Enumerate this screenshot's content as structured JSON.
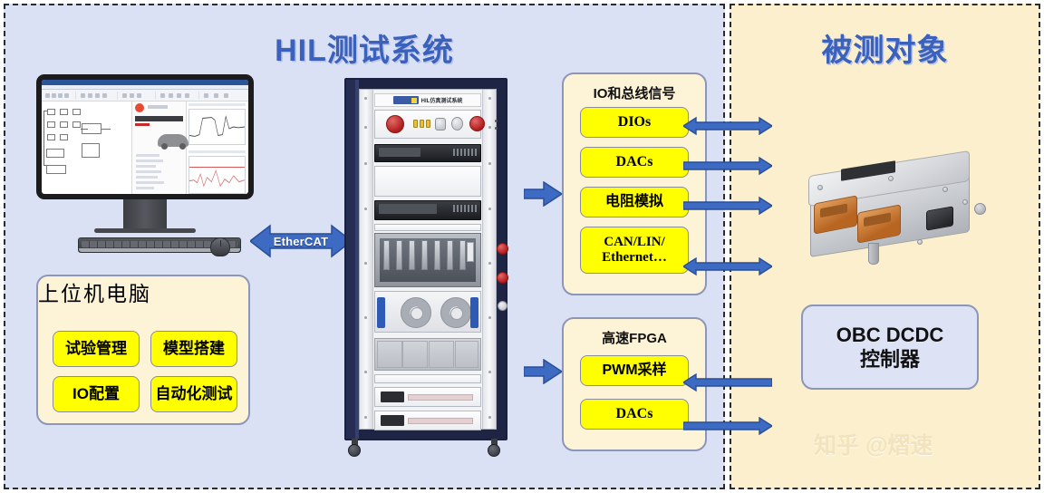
{
  "regions": {
    "hil": {
      "title": "HIL测试系统",
      "bg": "#dbe1f5"
    },
    "dut": {
      "title": "被测对象",
      "bg": "#fcefcd"
    }
  },
  "rack": {
    "brand_logo": "visual-brand-logo",
    "label": "HIL仿真测试系统"
  },
  "host_pc": {
    "title": "上位机电脑",
    "items": [
      {
        "label": "试验管理"
      },
      {
        "label": "模型搭建"
      },
      {
        "label": "IO配置"
      },
      {
        "label": "自动化测试"
      }
    ]
  },
  "bus_link": {
    "label": "EtherCAT",
    "direction": "bidirectional",
    "color": "#3d6ac2"
  },
  "io_group": {
    "title": "IO和总线信号",
    "items": [
      {
        "label": "DIOs",
        "direction": "bidirectional"
      },
      {
        "label": "DACs",
        "direction": "right"
      },
      {
        "label": "电阻模拟",
        "direction": "right"
      },
      {
        "label": "CAN/LIN/\nEthernet…",
        "direction": "bidirectional"
      }
    ]
  },
  "fpga_group": {
    "title": "高速FPGA",
    "items": [
      {
        "label": "PWM采样",
        "direction": "left"
      },
      {
        "label": "DACs",
        "direction": "right"
      }
    ]
  },
  "dut": {
    "device_name": "obc-dcdc-hardware",
    "controller_label": "OBC DCDC\n控制器"
  },
  "monitor": {
    "name": "host-pc-monitor",
    "screen_content": "hil-modeling-and-scope-software"
  },
  "watermark": {
    "text": "知乎 @熠速"
  },
  "colors": {
    "accent_blue": "#3d6ac2",
    "title_blue": "#3a62bd",
    "yellow": "#ffff00",
    "cream": "#fdf3d7",
    "box_border": "#8c96b8"
  }
}
